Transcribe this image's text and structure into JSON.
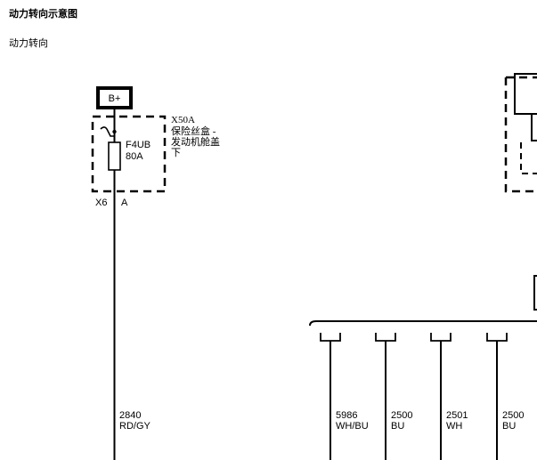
{
  "page": {
    "title": "动力转向示意图",
    "subtitle": "动力转向"
  },
  "diagram": {
    "battery_label": "B+",
    "fuse_block": {
      "connector": "X50A",
      "name_line1": "保险丝盒 -",
      "name_line2": "发动机舱盖",
      "name_line3": "下"
    },
    "fuse": {
      "id": "F4UB",
      "rating": "80A"
    },
    "terminal": {
      "connector": "X6",
      "pin": "A"
    },
    "main_wire": {
      "circuit": "2840",
      "color": "RD/GY"
    },
    "bus_wires": [
      {
        "circuit": "5986",
        "color": "WH/BU"
      },
      {
        "circuit": "2500",
        "color": "BU"
      },
      {
        "circuit": "2501",
        "color": "WH"
      },
      {
        "circuit": "2500",
        "color": "BU"
      }
    ]
  }
}
